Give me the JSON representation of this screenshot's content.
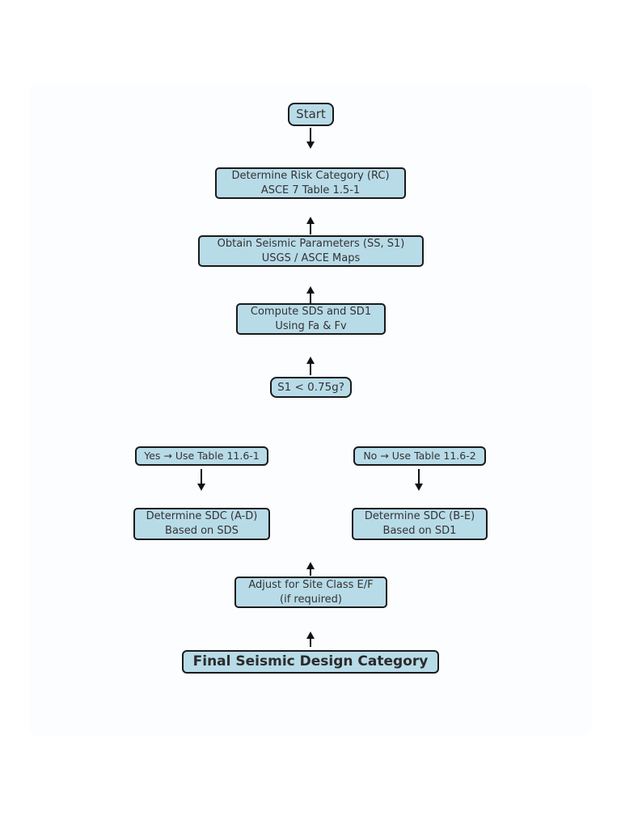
{
  "flowchart": {
    "nodes": {
      "start": {
        "label": "Start"
      },
      "risk_category": {
        "line1": "Determine Risk Category (RC)",
        "line2": "ASCE 7 Table 1.5-1"
      },
      "seismic_parameters": {
        "line1": "Obtain Seismic Parameters (SS, S1)",
        "line2": "USGS / ASCE Maps"
      },
      "compute_sds_sd1": {
        "line1": "Compute SDS and SD1",
        "line2": "Using Fa & Fv"
      },
      "s1_decision": {
        "label": "S1 < 0.75g?"
      },
      "yes_branch": {
        "label": "Yes → Use Table 11.6-1"
      },
      "no_branch": {
        "label": "No → Use Table 11.6-2"
      },
      "sdc_a_d": {
        "line1": "Determine SDC (A-D)",
        "line2": "Based on SDS"
      },
      "sdc_b_e": {
        "line1": "Determine SDC (B-E)",
        "line2": "Based on SD1"
      },
      "site_class_adjust": {
        "line1": "Adjust for Site Class E/F",
        "line2": "(if required)"
      },
      "final_category": {
        "label": "Final Seismic Design Category"
      }
    },
    "edges": [
      {
        "from": "start",
        "to": "risk_category",
        "arrow_points": "down"
      },
      {
        "from": "seismic_parameters",
        "to": "risk_category",
        "arrow_points": "up"
      },
      {
        "from": "compute_sds_sd1",
        "to": "seismic_parameters",
        "arrow_points": "up"
      },
      {
        "from": "s1_decision",
        "to": "compute_sds_sd1",
        "arrow_points": "up"
      },
      {
        "from": "yes_branch",
        "to": "sdc_a_d",
        "arrow_points": "down"
      },
      {
        "from": "no_branch",
        "to": "sdc_b_e",
        "arrow_points": "down"
      },
      {
        "from": "site_class_adjust",
        "to": "sdc_row",
        "arrow_points": "up"
      },
      {
        "from": "final_category",
        "to": "site_class_adjust",
        "arrow_points": "up"
      }
    ],
    "colors": {
      "node_fill": "#b8dbe8",
      "node_border": "#1a1a1a",
      "node_text": "#333333",
      "arrow": "#111111",
      "panel_bg": "#fbfdfe",
      "page_bg": "#ffffff"
    }
  }
}
